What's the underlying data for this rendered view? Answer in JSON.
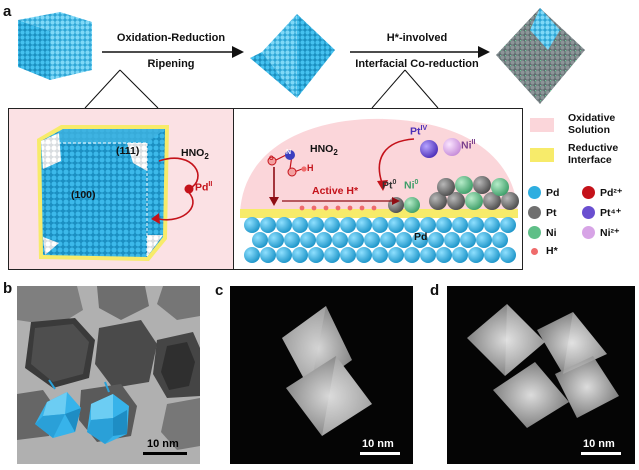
{
  "panels": {
    "a": "a",
    "b": "b",
    "c": "c",
    "d": "d"
  },
  "process": {
    "step1_top": "Oxidation-Reduction",
    "step1_bottom": "Ripening",
    "step2_top": "H*-involved",
    "step2_bottom": "Interfacial Co-reduction"
  },
  "left_inset": {
    "facet_111": "(111)",
    "facet_100": "(100)",
    "reagent_text": "HNO",
    "reagent_sub": "2",
    "pd_ion_text": "Pd",
    "pd_ion_sup": "II"
  },
  "right_inset": {
    "reagent_text": "HNO",
    "reagent_sub": "2",
    "n_atom": "N",
    "o_atom": "O",
    "h_atom": "H",
    "active_h": "Active H*",
    "pt_ion_text": "Pt",
    "pt_ion_sup": "IV",
    "ni_ion_text": "Ni",
    "ni_ion_sup": "II",
    "pt0_text": "Pt",
    "pt0_sup": "0",
    "ni0_text": "Ni",
    "ni0_sup": "0",
    "pd_text": "Pd"
  },
  "legend": {
    "oxidative": "Oxidative Solution",
    "reductive": "Reductive Interface",
    "items": [
      {
        "label": "Pd",
        "color": "#2eaee0"
      },
      {
        "label": "Pd²⁺",
        "color": "#c4121a"
      },
      {
        "label": "Pt",
        "color": "#707070"
      },
      {
        "label": "Pt⁴⁺",
        "color": "#6a4fd0"
      },
      {
        "label": "Ni",
        "color": "#5fbf88"
      },
      {
        "label": "Ni²⁺",
        "color": "#d7a4e6"
      },
      {
        "label": "H*",
        "color": "#ef6b6b"
      }
    ]
  },
  "scale_bars": {
    "b": "10 nm",
    "c": "10 nm",
    "d": "10 nm"
  },
  "colors": {
    "pd_blue": "#2eaee0",
    "oxidative_pink": "#fbd6da",
    "reductive_yellow": "#f7eb6a",
    "arrow_red": "#c4121a"
  }
}
